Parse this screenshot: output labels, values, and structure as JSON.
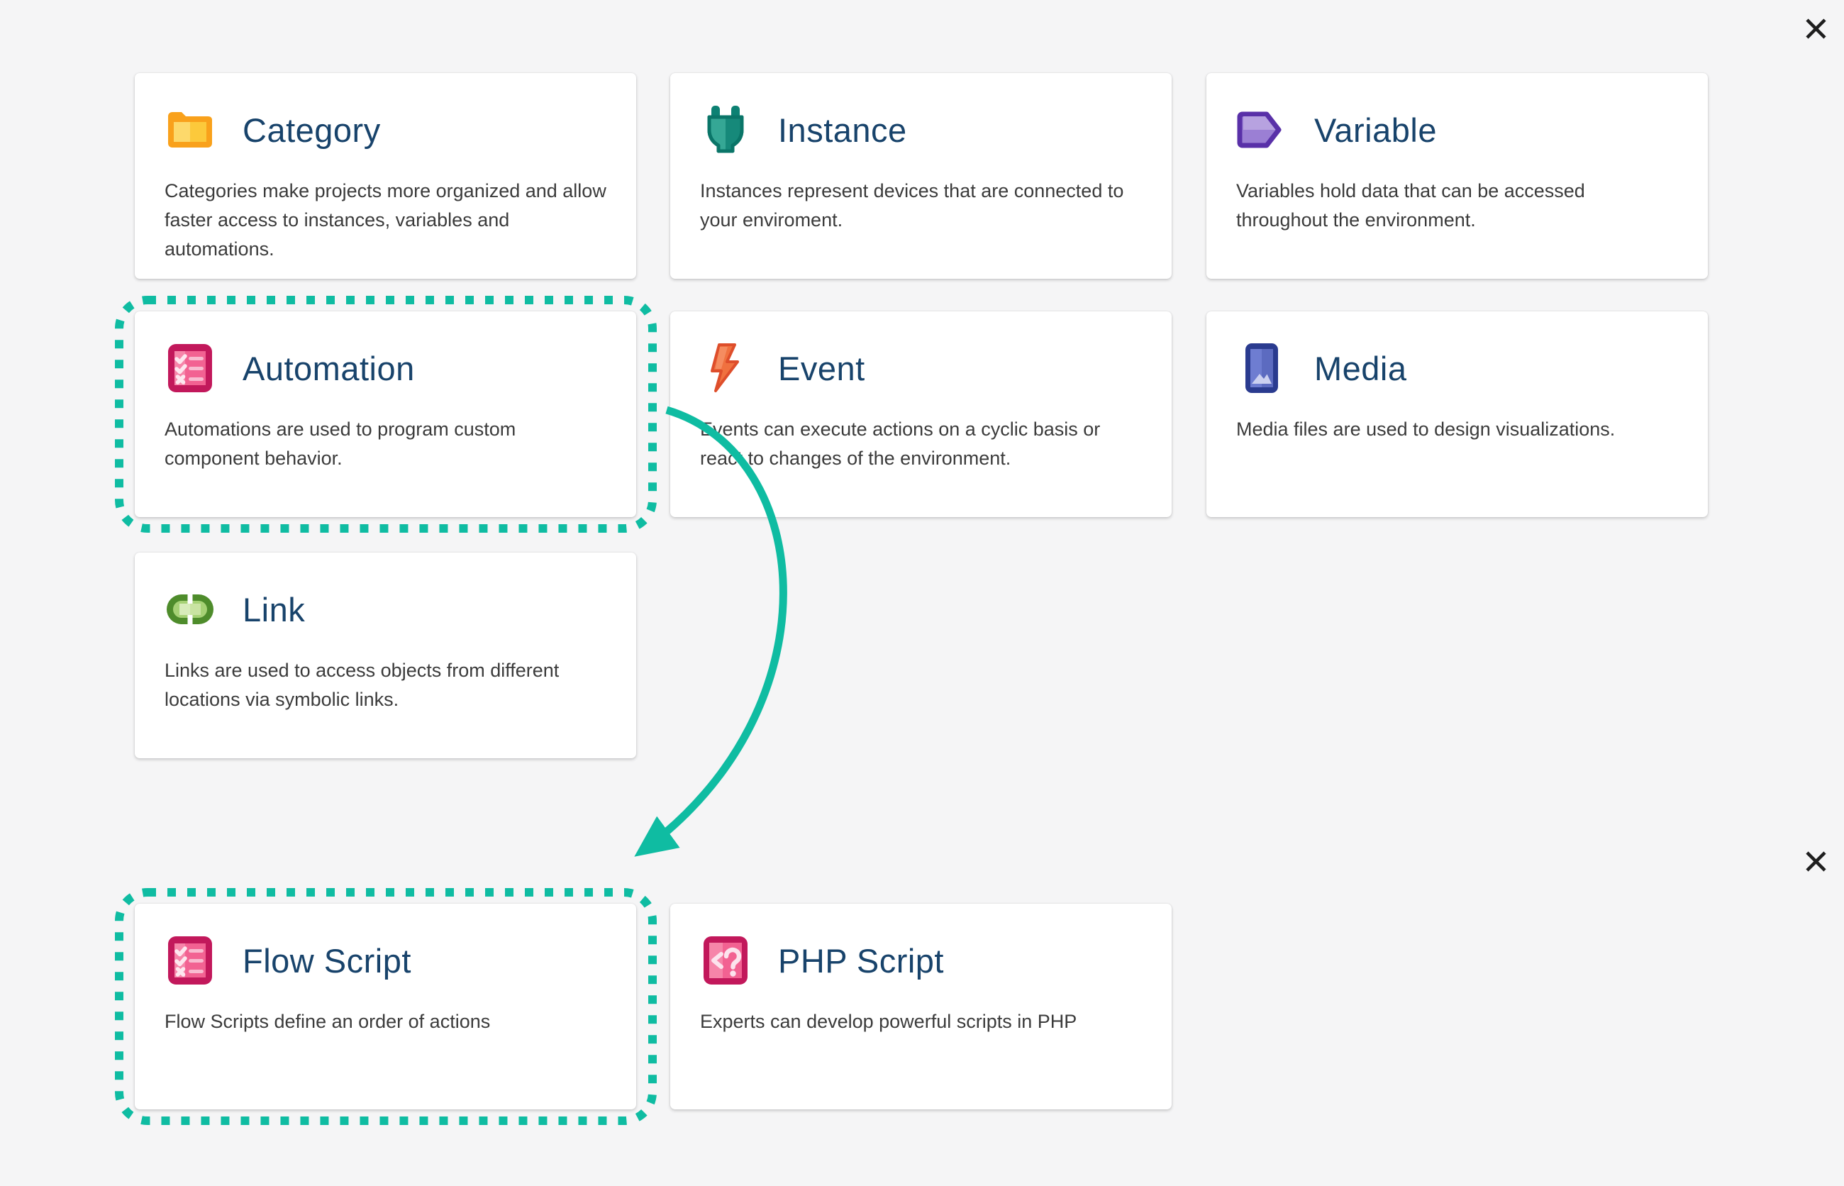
{
  "dialog": {
    "name": "create-object-chooser",
    "background_color": "#F5F5F6",
    "close_icons": [
      {
        "icon": "close-icon",
        "position": "top-right"
      },
      {
        "icon": "close-icon",
        "position": "middle-right"
      }
    ]
  },
  "colors": {
    "card_background": "#FFFFFF",
    "card_title": "#18436B",
    "card_text": "#3B3B3B",
    "annotation_teal": "#0FBCA2"
  },
  "annotation": {
    "highlighted_cards": [
      "Automation",
      "Flow Script"
    ],
    "arrow": "curved arrow from Automation card to Flow Script card",
    "color": "#0FBCA2"
  },
  "cards": [
    {
      "id": "category",
      "title": "Category",
      "icon": "folder-icon",
      "highlighted": false,
      "description": "Categories make projects more organized and allow faster access to instances, variables and automations."
    },
    {
      "id": "instance",
      "title": "Instance",
      "icon": "plug-icon",
      "highlighted": false,
      "description": "Instances represent devices that are connected to your enviroment."
    },
    {
      "id": "variable",
      "title": "Variable",
      "icon": "tag-icon",
      "highlighted": false,
      "description": "Variables hold data that can be accessed throughout the environment."
    },
    {
      "id": "automation",
      "title": "Automation",
      "icon": "checklist-icon",
      "highlighted": true,
      "description": "Automations are used to program custom component behavior."
    },
    {
      "id": "event",
      "title": "Event",
      "icon": "lightning-icon",
      "highlighted": false,
      "description": "Events can execute actions on a cyclic basis or react to changes of the environment."
    },
    {
      "id": "media",
      "title": "Media",
      "icon": "image-icon",
      "highlighted": false,
      "description": "Media files are used to design visualizations."
    },
    {
      "id": "link",
      "title": "Link",
      "icon": "chain-link-icon",
      "highlighted": false,
      "description": "Links are used to access objects from different locations via symbolic links."
    },
    {
      "id": "flow_script",
      "title": "Flow Script",
      "icon": "checklist-icon",
      "highlighted": true,
      "description": "Flow Scripts define an order of actions"
    },
    {
      "id": "php_script",
      "title": "PHP Script",
      "icon": "php-code-icon",
      "highlighted": false,
      "description": "Experts can develop powerful scripts in PHP"
    }
  ]
}
